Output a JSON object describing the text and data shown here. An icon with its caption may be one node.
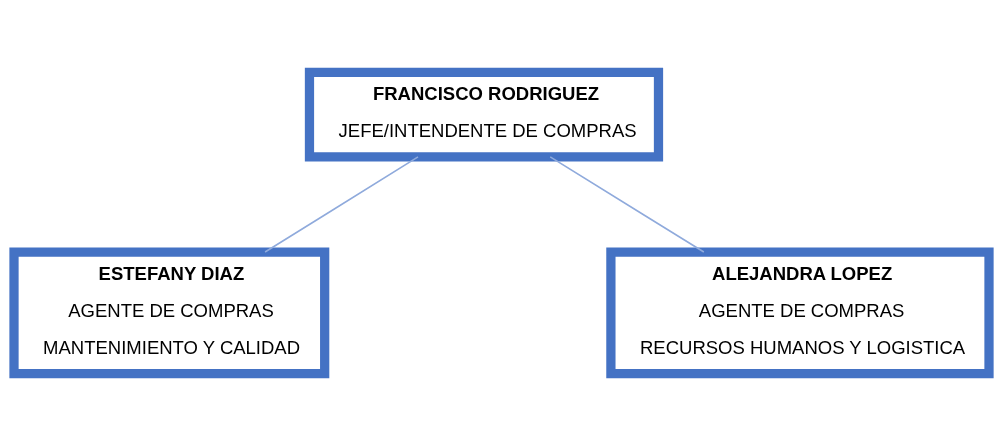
{
  "diagram": {
    "nodes": [
      {
        "text": [
          "FRANCISCO RODRIGUEZ",
          "JEFE/INTENDENTE DE COMPRAS"
        ]
      },
      {
        "text": [
          "ESTEFANY DIAZ",
          "AGENTE DE COMPRAS",
          "MANTENIMIENTO Y CALIDAD"
        ]
      },
      {
        "text": [
          "ALEJANDRA LOPEZ",
          "AGENTE DE COMPRAS",
          "RECURSOS HUMANOS Y LOGISTICA"
        ]
      }
    ],
    "edges": [
      {
        "from": 0,
        "to": 1,
        "arrow": "none"
      },
      {
        "from": 0,
        "to": 2,
        "arrow": "none"
      }
    ]
  }
}
